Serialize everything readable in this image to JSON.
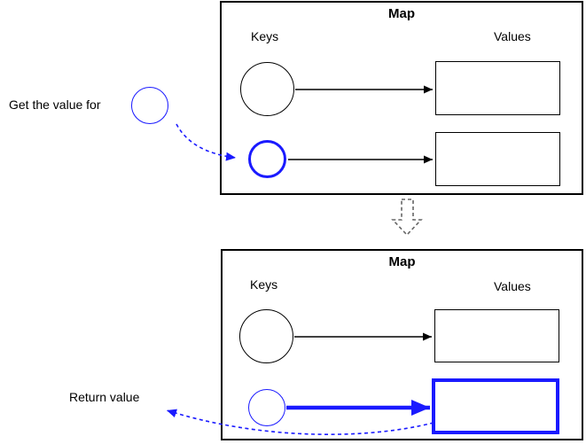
{
  "colors": {
    "accent_blue": "#1A1AFF",
    "line_black": "#000000",
    "gray_arrow": "#666666",
    "background": "#FFFFFF"
  },
  "annotations": {
    "get_value": "Get the value for",
    "return_value": "Return value"
  },
  "top_map": {
    "title": "Map",
    "keys_header": "Keys",
    "values_header": "Values"
  },
  "bottom_map": {
    "title": "Map",
    "keys_header": "Keys",
    "values_header": "Values"
  },
  "icons": {
    "transition_arrow": "dashed-hollow-down-arrow",
    "lookup_arrow": "dashed-blue-curved-arrow",
    "return_arrow": "dashed-blue-curved-arrow"
  }
}
